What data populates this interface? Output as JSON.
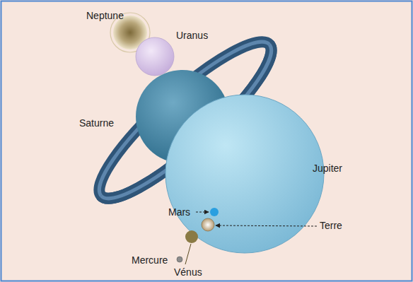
{
  "diagram": {
    "labels": [
      "Neptune",
      "Uranus",
      "Saturne",
      "Jupiter",
      "Mars",
      "Terre",
      "Mercure",
      "Vénus"
    ]
  }
}
